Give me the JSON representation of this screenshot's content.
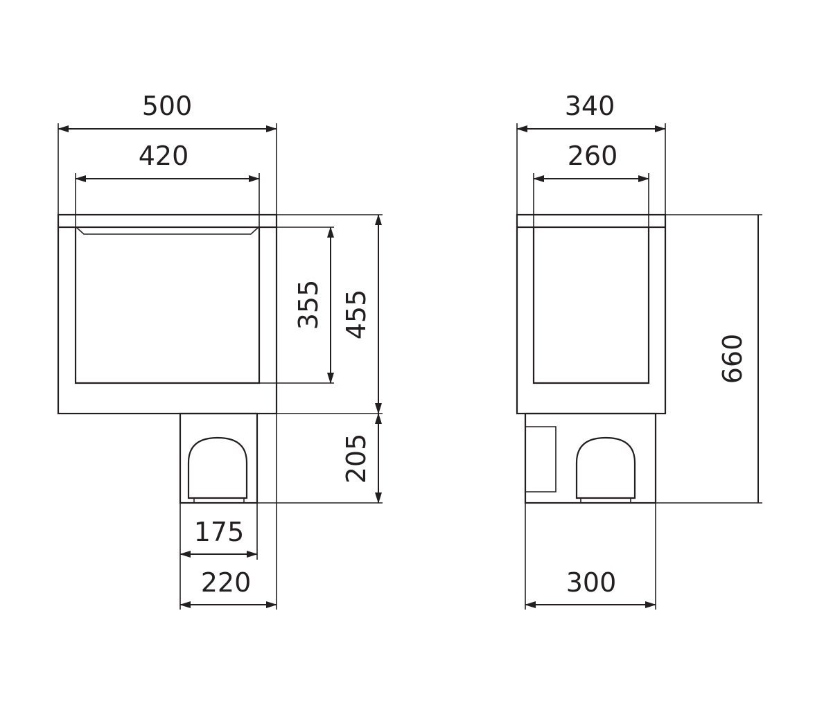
{
  "front_view": {
    "total_width": "500",
    "inner_width": "420",
    "inner_height": "355",
    "body_height": "455",
    "base_height": "205",
    "base_inner_width": "175",
    "base_width": "220"
  },
  "side_view": {
    "total_depth": "340",
    "inner_depth": "260",
    "total_height": "660",
    "base_depth": "300"
  },
  "colors": {
    "line": "#231f20",
    "background": "#ffffff"
  }
}
